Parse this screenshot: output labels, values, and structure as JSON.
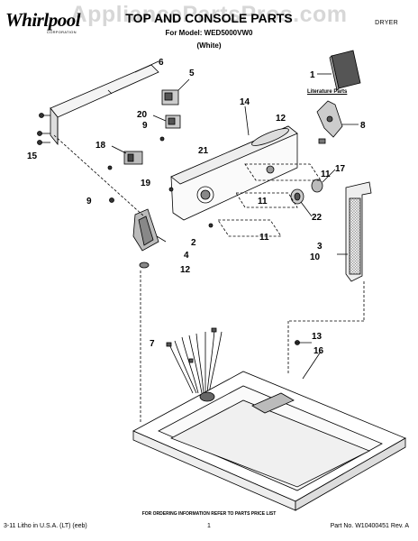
{
  "header": {
    "brand": "Whirlpool",
    "brand_sub": "CORPORATION",
    "watermark": "AppliancePartsPros.com",
    "title": "TOP AND CONSOLE PARTS",
    "model_line": "For Model: WED5000VW0",
    "color_line": "(White)",
    "product": "DRYER"
  },
  "literature_label": "Literature Parts",
  "callouts": {
    "c1": "1",
    "c2": "2",
    "c3": "3",
    "c4": "4",
    "c5": "5",
    "c6": "6",
    "c7": "7",
    "c8": "8",
    "c9a": "9",
    "c9b": "9",
    "c10": "10",
    "c11a": "11",
    "c11b": "11",
    "c11c": "11",
    "c12a": "12",
    "c12b": "12",
    "c13": "13",
    "c14": "14",
    "c15": "15",
    "c16": "16",
    "c17": "17",
    "c18": "18",
    "c19": "19",
    "c20": "20",
    "c21": "21",
    "c22": "22"
  },
  "footer": {
    "note": "FOR ORDERING INFORMATION REFER TO PARTS PRICE LIST",
    "litho": "3-11 Litho in U.S.A. (LT) (eeb)",
    "page": "1",
    "part_no": "Part No. W10400451 Rev. A"
  }
}
